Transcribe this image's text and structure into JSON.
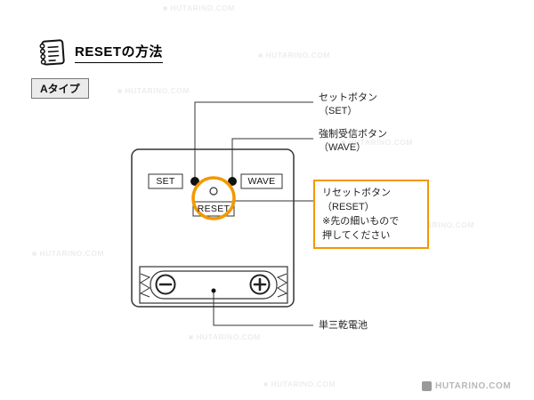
{
  "header": {
    "title": "RESETの方法",
    "type_badge": "Aタイプ"
  },
  "device": {
    "set_box": "SET",
    "wave_box": "WAVE",
    "reset_box": "RESET"
  },
  "callouts": {
    "set": {
      "line1": "セットボタン",
      "line2": "（SET）"
    },
    "wave": {
      "line1": "強制受信ボタン",
      "line2": "（WAVE）"
    },
    "reset": {
      "line1": "リセットボタン",
      "line2": "（RESET）",
      "note1": "※先の細いもので",
      "note2": "押してください"
    },
    "battery": "単三乾電池"
  },
  "icons": {
    "title_icon": "memo-pad",
    "battery_minus": "⊖",
    "battery_plus": "⊕"
  },
  "watermark": {
    "icon": "■",
    "text": "HUTARINO.COM"
  },
  "colors": {
    "accent": "#f39800",
    "line": "#333333"
  }
}
